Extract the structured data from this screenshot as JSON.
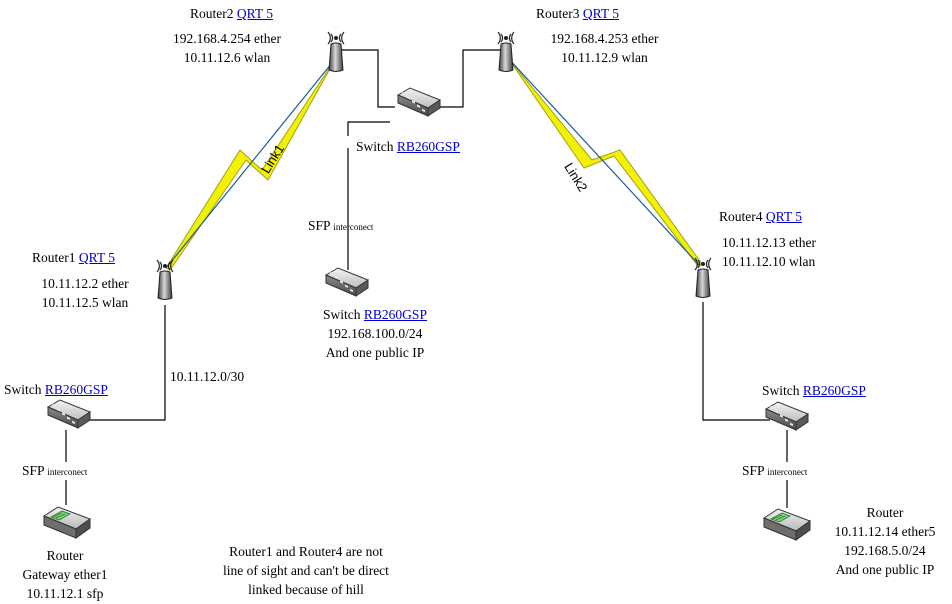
{
  "routers": {
    "router1": {
      "name": "Router1",
      "model": "QRT 5",
      "addr1": "10.11.12.2 ether",
      "addr2": "10.11.12.5 wlan"
    },
    "router2": {
      "name": "Router2",
      "model": "QRT 5",
      "addr1": "192.168.4.254 ether",
      "addr2": "10.11.12.6 wlan"
    },
    "router3": {
      "name": "Router3",
      "model": "QRT 5",
      "addr1": "192.168.4.253 ether",
      "addr2": "10.11.12.9 wlan"
    },
    "router4": {
      "name": "Router4",
      "model": "QRT 5",
      "addr1": "10.11.12.13 ether",
      "addr2": "10.11.12.10 wlan"
    }
  },
  "switches": {
    "center_top": {
      "prefix": "Switch",
      "model": "RB260GSP"
    },
    "center_bottom": {
      "prefix": "Switch",
      "model": "RB260GSP",
      "line1": "192.168.100.0/24",
      "line2": "And one public IP"
    },
    "left": {
      "prefix": "Switch",
      "model": "RB260GSP"
    },
    "right": {
      "prefix": "Switch",
      "model": "RB260GSP"
    }
  },
  "sfp": {
    "main": "SFP",
    "sub": "interconect"
  },
  "links": {
    "link1": "Link1",
    "link2": "Link2",
    "subnet_left": "10.11.12.0/30"
  },
  "gateway_left": {
    "title": "Router",
    "line1": "Gateway ether1",
    "line2": "10.11.12.1 sfp"
  },
  "gateway_right": {
    "title": "Router",
    "line1": "10.11.12.14 ether5",
    "line2": "192.168.5.0/24",
    "line3": "And one public IP"
  },
  "note": {
    "line1": "Router1 and Router4 are not",
    "line2": "line of sight and can't be direct",
    "line3": "linked because of hill"
  },
  "colors": {
    "bolt": "#f2f200",
    "bolt_line": "#a0a020",
    "cable": "#000000",
    "link_text": "#0000cc"
  }
}
